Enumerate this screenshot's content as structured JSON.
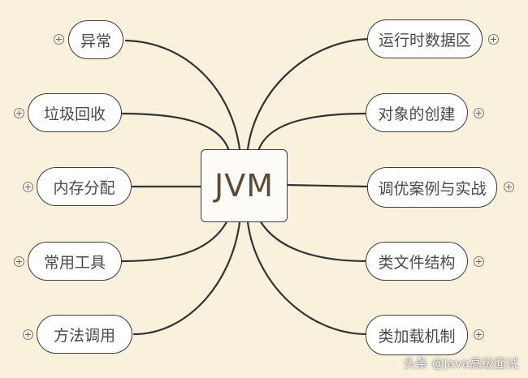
{
  "center": {
    "label": "JVM"
  },
  "left_nodes": [
    {
      "label": "异常"
    },
    {
      "label": "垃圾回收"
    },
    {
      "label": "内存分配"
    },
    {
      "label": "常用工具"
    },
    {
      "label": "方法调用"
    }
  ],
  "right_nodes": [
    {
      "label": "运行时数据区"
    },
    {
      "label": "对象的创建"
    },
    {
      "label": "调优案例与实战"
    },
    {
      "label": "类文件结构"
    },
    {
      "label": "类加载机制"
    }
  ],
  "watermark": "头条 @java高级面试",
  "colors": {
    "background": "#f9f1dc",
    "line": "#333333",
    "node_fill": "#ffffff"
  }
}
